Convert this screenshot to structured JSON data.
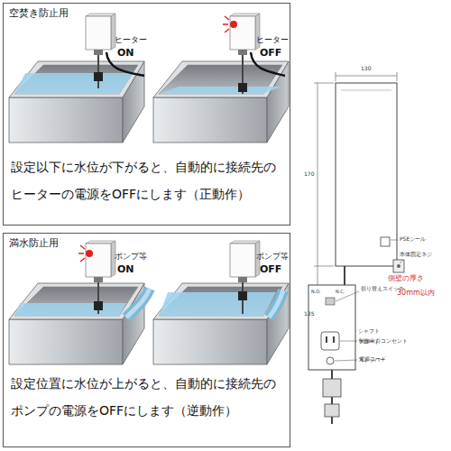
{
  "diagram": {
    "nodes": [
      {
        "text": [
          "空焚き防止用",
          "設定以下に水位が下がると、自動的に接続先の ヒーターの電源をOFFにします（正動作）"
        ]
      },
      {
        "text": [
          "満水防止用",
          "設定位置に水位が上がると、自動的に接続先の ポンプの電源をOFFにします（逆動作）"
        ]
      }
    ],
    "labels": [
      "ヒーター",
      "ON",
      "ヒーター",
      "OFF",
      "ポンプ等",
      "ON",
      "ポンプ等",
      "OFF",
      "130",
      "170",
      "135",
      "PSEシール",
      "本体固定ネジ",
      "側壁の厚さ",
      "30mm以内",
      "シャフト",
      "フロート",
      "ストッパー",
      "切り替えスイッチ",
      "N.O.",
      "N.C.",
      "制御出力コンセント",
      "電源コード"
    ]
  }
}
